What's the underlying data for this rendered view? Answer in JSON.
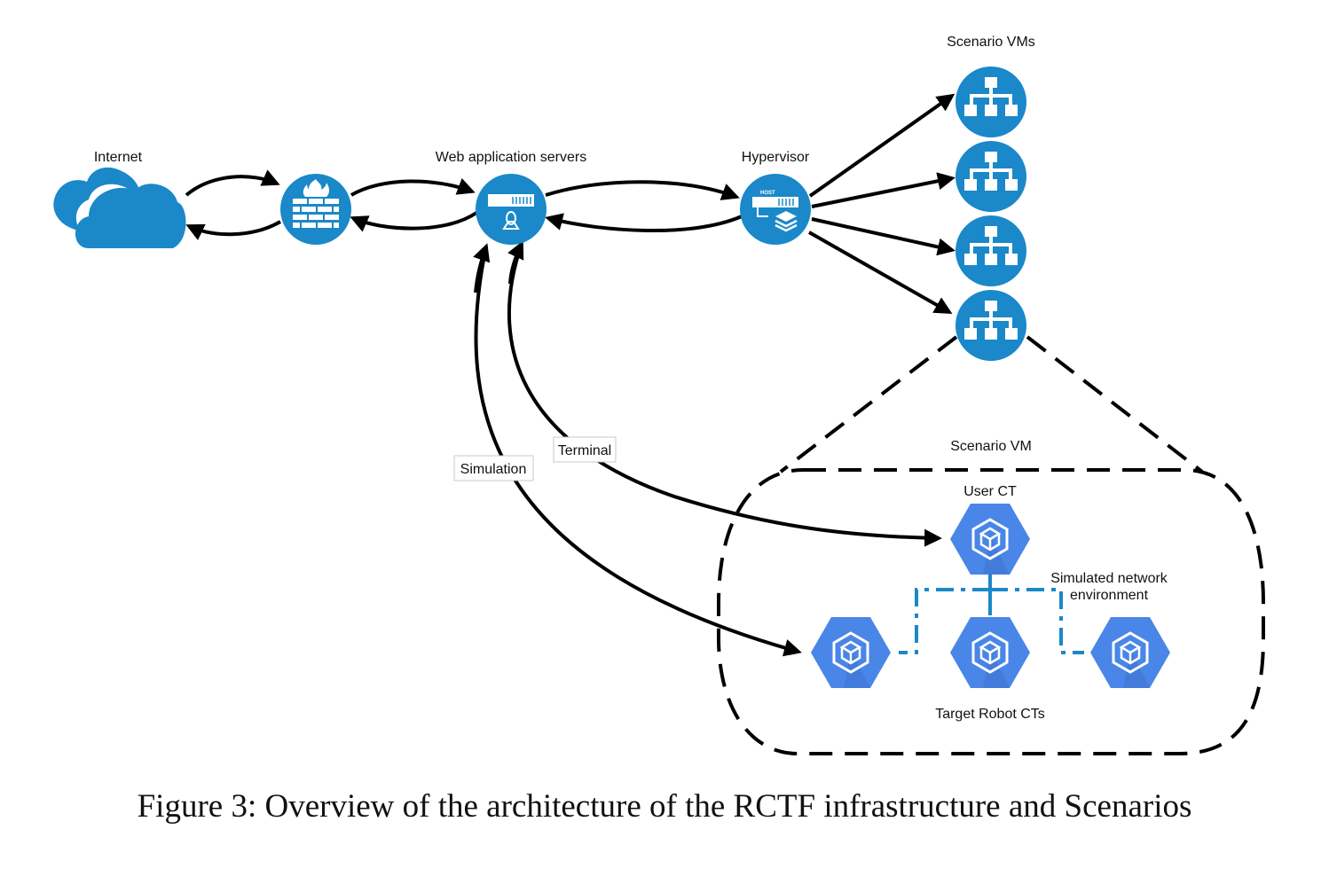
{
  "labels": {
    "internet": "Internet",
    "web_servers": "Web application servers",
    "hypervisor": "Hypervisor",
    "scenario_vms": "Scenario VMs",
    "scenario_vm": "Scenario VM",
    "user_ct": "User CT",
    "sim_network_1": "Simulated network",
    "sim_network_2": "environment",
    "target_robot_cts": "Target Robot CTs",
    "simulation": "Simulation",
    "terminal": "Terminal",
    "host_badge": "HOST"
  },
  "caption": {
    "prefix": "Figure 3:",
    "text": "Overview of the architecture of the RCTF infrastructure and Scenarios"
  },
  "colors": {
    "node_blue": "#1a88c9",
    "hex_blue": "#4a86e8",
    "hex_shade": "#3b6fcc",
    "line": "#000000"
  },
  "icons": {
    "internet": "cloud-icon",
    "firewall": "firewall-icon",
    "web_server": "linux-server-icon",
    "hypervisor": "host-layers-icon",
    "vm": "network-hierarchy-icon",
    "container": "container-cube-icon"
  }
}
